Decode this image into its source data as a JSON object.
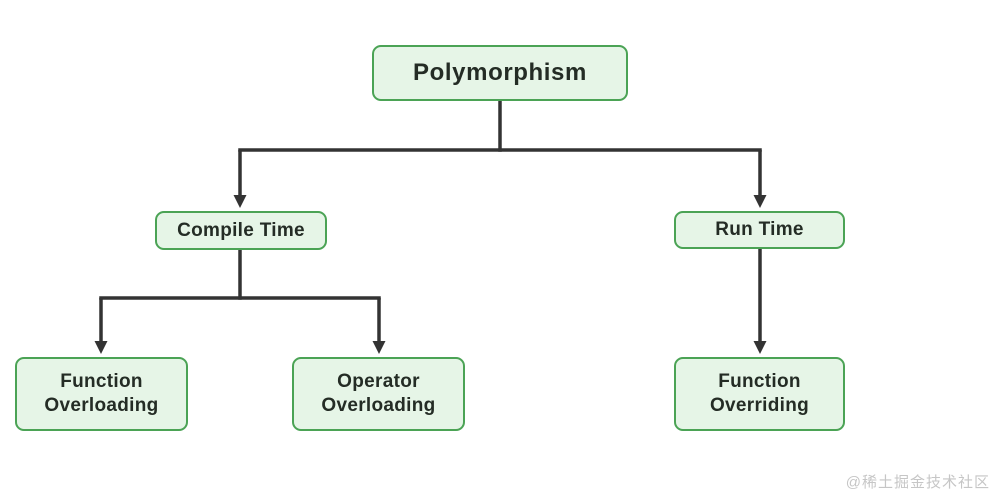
{
  "diagram": {
    "type": "tree",
    "nodes": {
      "root": {
        "label": "Polymorphism"
      },
      "compile_time": {
        "label": "Compile Time"
      },
      "run_time": {
        "label": "Run Time"
      },
      "function_overloading": {
        "label": "Function Overloading"
      },
      "operator_overloading": {
        "label": "Operator Overloading"
      },
      "function_overriding": {
        "label": "Function Overriding"
      }
    },
    "edges": [
      {
        "from": "root",
        "to": "compile_time"
      },
      {
        "from": "root",
        "to": "run_time"
      },
      {
        "from": "compile_time",
        "to": "function_overloading"
      },
      {
        "from": "compile_time",
        "to": "operator_overloading"
      },
      {
        "from": "run_time",
        "to": "function_overriding"
      }
    ],
    "colors": {
      "node_fill": "#e6f5e7",
      "node_border": "#4ba355",
      "node_text": "#242c25",
      "connector": "#333333",
      "watermark": "#c6c6c6",
      "background": "#ffffff"
    }
  },
  "watermark": {
    "text": "@稀土掘金技术社区"
  }
}
